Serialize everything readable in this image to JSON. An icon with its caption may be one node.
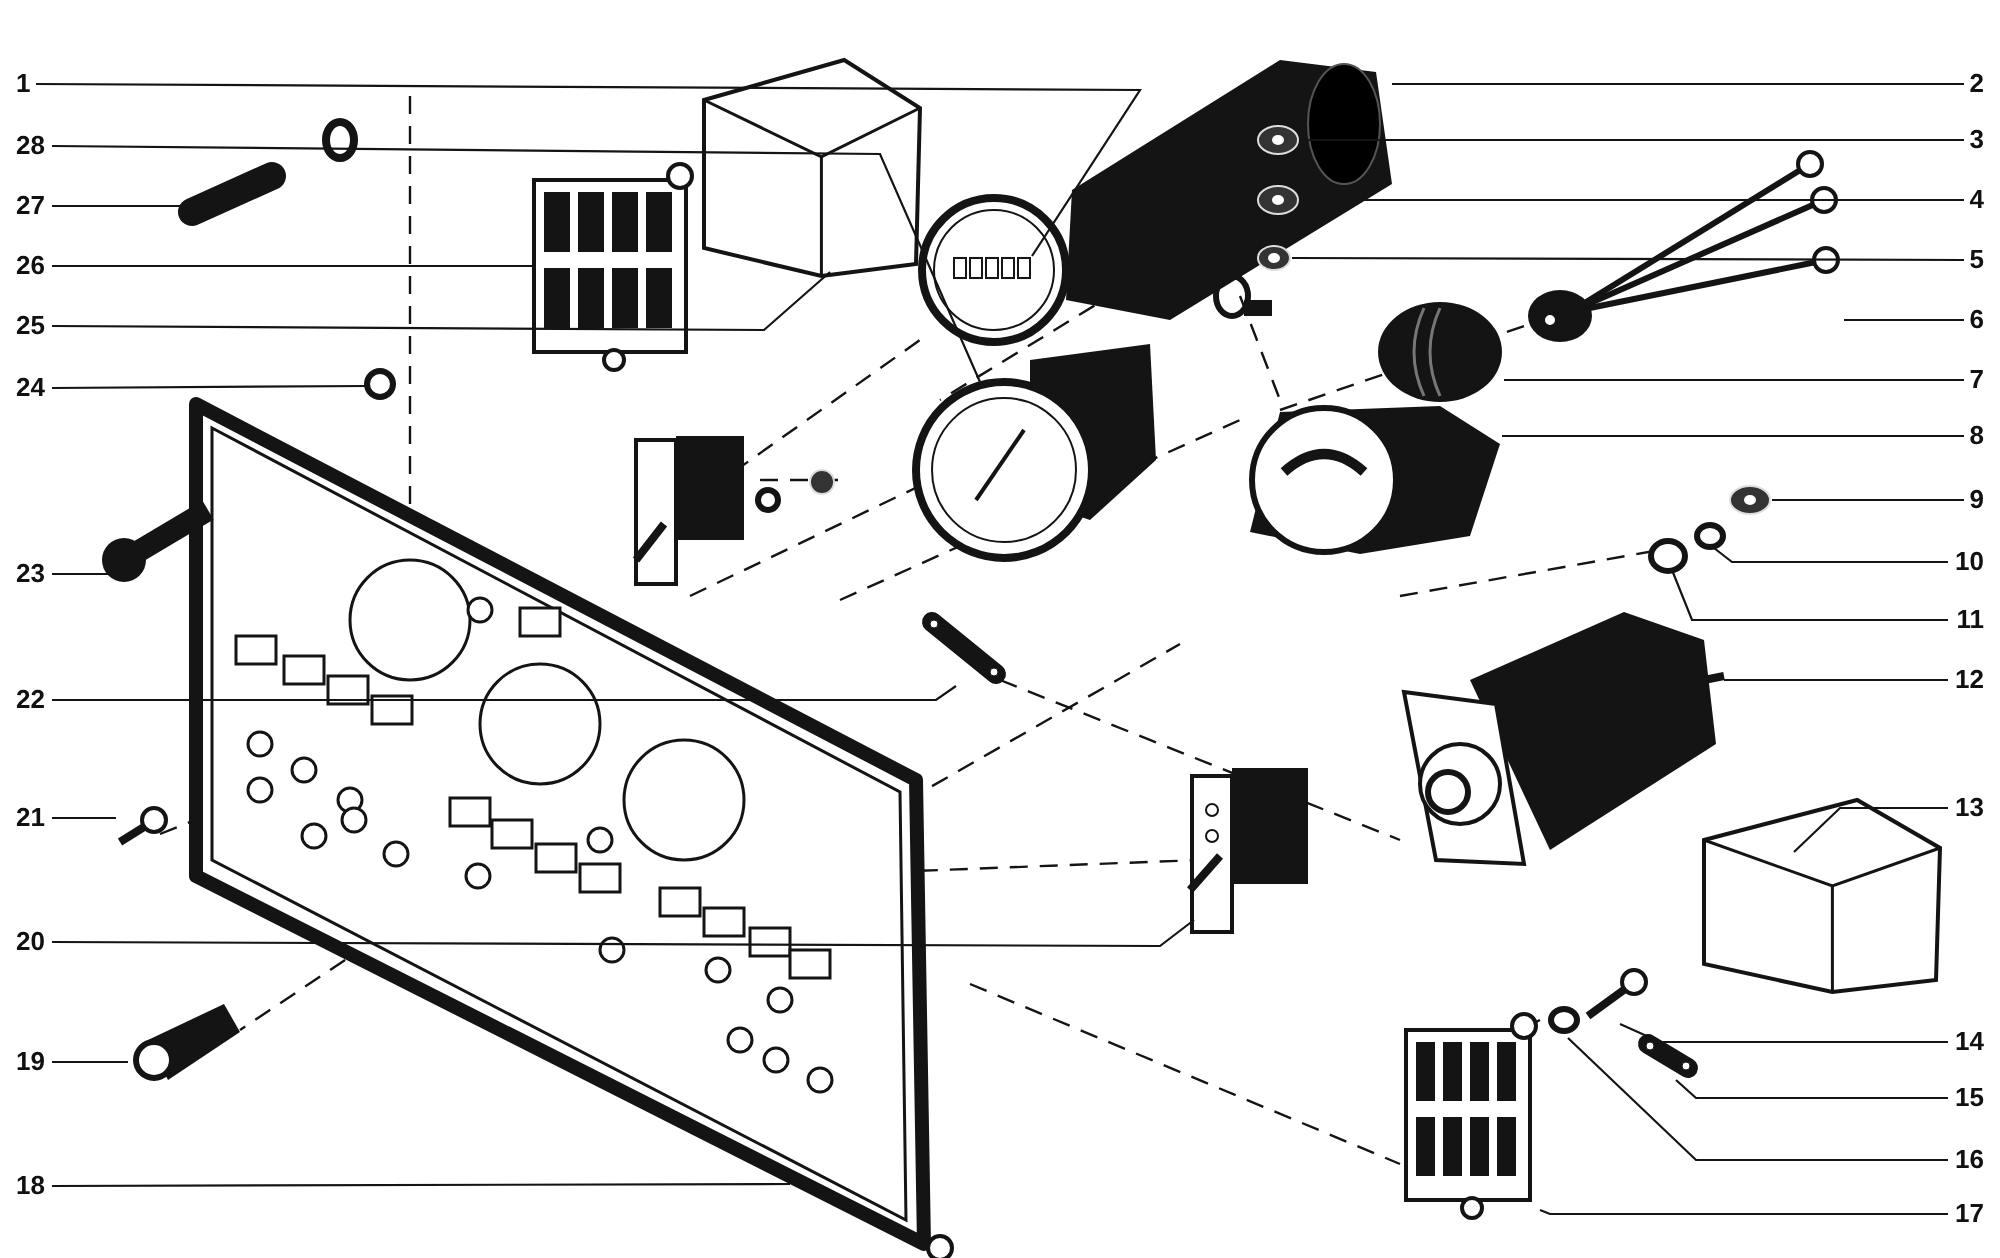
{
  "diagram": {
    "nodes": [
      {
        "text": [
          "1"
        ]
      },
      {
        "text": [
          "2"
        ]
      },
      {
        "text": [
          "3"
        ]
      },
      {
        "text": [
          "4"
        ]
      },
      {
        "text": [
          "5"
        ]
      },
      {
        "text": [
          "6"
        ]
      },
      {
        "text": [
          "7"
        ]
      },
      {
        "text": [
          "8"
        ]
      },
      {
        "text": [
          "9"
        ]
      },
      {
        "text": [
          "10"
        ]
      },
      {
        "text": [
          "11"
        ]
      },
      {
        "text": [
          "12"
        ]
      },
      {
        "text": [
          "13"
        ]
      },
      {
        "text": [
          "14"
        ]
      },
      {
        "text": [
          "15"
        ]
      },
      {
        "text": [
          "16"
        ]
      },
      {
        "text": [
          "17"
        ]
      },
      {
        "text": [
          "18"
        ]
      },
      {
        "text": [
          "19"
        ]
      },
      {
        "text": [
          "20"
        ]
      },
      {
        "text": [
          "21"
        ]
      },
      {
        "text": [
          "22"
        ]
      },
      {
        "text": [
          "23"
        ]
      },
      {
        "text": [
          "24"
        ]
      },
      {
        "text": [
          "25"
        ]
      },
      {
        "text": [
          "26"
        ]
      },
      {
        "text": [
          "27"
        ]
      },
      {
        "text": [
          "28"
        ]
      },
      {
        "text": [],
        "shape": "picture"
      },
      {
        "text": [],
        "shape": "picture"
      },
      {
        "text": [],
        "shape": "picture",
        "in": 29
      },
      {
        "text": [],
        "shape": "picture",
        "in": 29
      },
      {
        "text": [],
        "shape": "picture",
        "in": 29
      },
      {
        "text": [],
        "shape": "picture"
      },
      {
        "text": [],
        "shape": "picture"
      },
      {
        "text": [],
        "shape": "picture"
      },
      {
        "text": [],
        "shape": "picture"
      },
      {
        "text": [],
        "shape": "circle"
      },
      {
        "text": [],
        "shape": "circle"
      },
      {
        "text": [],
        "shape": "picture"
      },
      {
        "text": [],
        "shape": "picture"
      },
      {
        "text": [],
        "shape": "picture"
      },
      {
        "text": [],
        "shape": "picture"
      },
      {
        "text": [],
        "shape": "circle"
      },
      {
        "text": [],
        "shape": "picture"
      },
      {
        "text": [],
        "shape": "picture"
      },
      {
        "text": [],
        "shape": "picture"
      },
      {
        "text": [],
        "shape": "picture"
      },
      {
        "text": [],
        "shape": "picture"
      },
      {
        "text": [],
        "shape": "picture"
      },
      {
        "text": [],
        "shape": "picture"
      },
      {
        "text": [],
        "shape": "circle"
      },
      {
        "text": [],
        "shape": "picture"
      },
      {
        "text": [],
        "shape": "picture"
      },
      {
        "text": [],
        "shape": "picture"
      },
      {
        "text": [],
        "shape": "picture"
      }
    ],
    "edges": [
      {
        "from": 0,
        "to": 28,
        "arrow": "none"
      },
      {
        "from": 1,
        "to": 29,
        "arrow": "none"
      },
      {
        "from": 2,
        "to": 30,
        "arrow": "none"
      },
      {
        "from": 3,
        "to": 31,
        "arrow": "none"
      },
      {
        "from": 4,
        "to": 32,
        "arrow": "none"
      },
      {
        "from": 5,
        "to": 33,
        "arrow": "none"
      },
      {
        "from": 6,
        "to": 34,
        "arrow": "none"
      },
      {
        "from": 7,
        "to": 35,
        "arrow": "none"
      },
      {
        "from": 8,
        "to": 36,
        "arrow": "none"
      },
      {
        "from": 9,
        "to": 37,
        "arrow": "none"
      },
      {
        "from": 10,
        "to": 38,
        "arrow": "none"
      },
      {
        "from": 11,
        "to": 39,
        "arrow": "none"
      },
      {
        "from": 12,
        "to": 40,
        "arrow": "none"
      },
      {
        "from": 13,
        "to": 41,
        "arrow": "none"
      },
      {
        "from": 14,
        "to": 42,
        "arrow": "none"
      },
      {
        "from": 15,
        "to": 43,
        "arrow": "none"
      },
      {
        "from": 16,
        "to": 44,
        "arrow": "none"
      },
      {
        "from": 17,
        "to": 45,
        "arrow": "none"
      },
      {
        "from": 18,
        "to": 46,
        "arrow": "none"
      },
      {
        "from": 19,
        "to": 47,
        "arrow": "none"
      },
      {
        "from": 20,
        "to": 48,
        "arrow": "none"
      },
      {
        "from": 21,
        "to": 49,
        "arrow": "none"
      },
      {
        "from": 22,
        "to": 50,
        "arrow": "none"
      },
      {
        "from": 23,
        "to": 51,
        "arrow": "none"
      },
      {
        "from": 24,
        "to": 52,
        "arrow": "none"
      },
      {
        "from": 25,
        "to": 53,
        "arrow": "none"
      },
      {
        "from": 26,
        "to": 54,
        "arrow": "none"
      },
      {
        "from": 27,
        "to": 55,
        "arrow": "none"
      }
    ]
  }
}
